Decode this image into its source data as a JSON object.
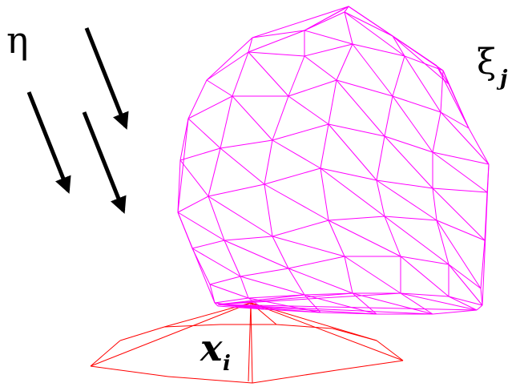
{
  "labels": {
    "eta": "η",
    "xi": "ξ",
    "xi_sub": "j",
    "x": "x",
    "x_sub": "i"
  },
  "colors": {
    "background": "#ffffff",
    "mesh": "#ff00ff",
    "cone": "#ff0000",
    "arrows": "#000000",
    "text": "#000000"
  },
  "icons": {
    "arrow": "arrow-down-right-icon"
  }
}
